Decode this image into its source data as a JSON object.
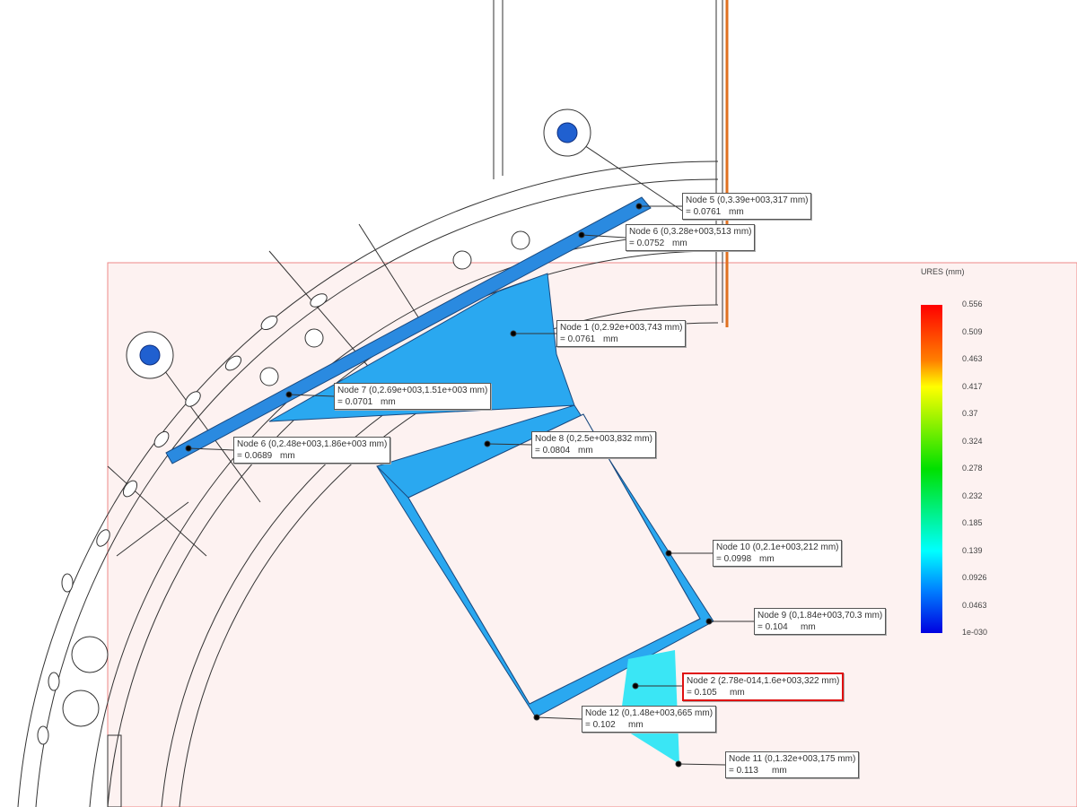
{
  "legend": {
    "title": "URES (mm)",
    "ticks": [
      "0.556",
      "0.509",
      "0.463",
      "0.417",
      "0.37",
      "0.324",
      "0.278",
      "0.232",
      "0.185",
      "0.139",
      "0.0926",
      "0.0463",
      "1e-030"
    ]
  },
  "probes": [
    {
      "id": "node5",
      "label": "Node 5 (0,3.39e+003,317 mm)",
      "value": "= 0.0761",
      "unit": "mm"
    },
    {
      "id": "node6a",
      "label": "Node 6 (0,3.28e+003,513 mm)",
      "value": "= 0.0752",
      "unit": "mm"
    },
    {
      "id": "node1",
      "label": "Node 1 (0,2.92e+003,743 mm)",
      "value": "= 0.0761",
      "unit": "mm"
    },
    {
      "id": "node7",
      "label": "Node 7 (0,2.69e+003,1.51e+003 mm)",
      "value": "= 0.0701",
      "unit": "mm"
    },
    {
      "id": "node6b",
      "label": "Node 6 (0,2.48e+003,1.86e+003 mm)",
      "value": "= 0.0689",
      "unit": "mm"
    },
    {
      "id": "node8",
      "label": "Node 8 (0,2.5e+003,832 mm)",
      "value": "= 0.0804",
      "unit": "mm"
    },
    {
      "id": "node10",
      "label": "Node 10 (0,2.1e+003,212 mm)",
      "value": "= 0.0998",
      "unit": "mm"
    },
    {
      "id": "node9",
      "label": "Node 9 (0,1.84e+003,70.3 mm)",
      "value": "= 0.104",
      "unit": "mm"
    },
    {
      "id": "node2",
      "label": "Node 2 (2.78e-014,1.6e+003,322 mm)",
      "value": "= 0.105",
      "unit": "mm"
    },
    {
      "id": "node12",
      "label": "Node 12 (0,1.48e+003,665 mm)",
      "value": "= 0.102",
      "unit": "mm"
    },
    {
      "id": "node11",
      "label": "Node 11 (0,1.32e+003,175 mm)",
      "value": "= 0.113",
      "unit": "mm"
    }
  ]
}
